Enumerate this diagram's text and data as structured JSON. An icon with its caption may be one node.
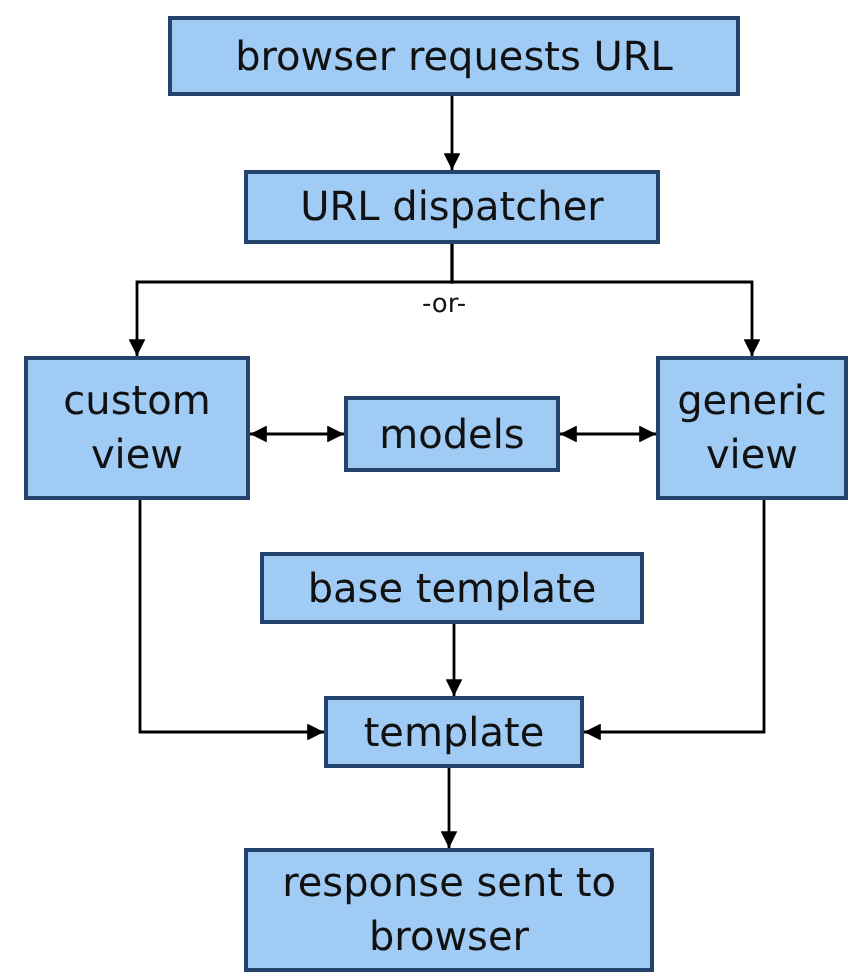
{
  "diagram": {
    "nodes": [
      {
        "text": [
          "browser requests URL"
        ]
      },
      {
        "text": [
          "URL dispatcher"
        ]
      },
      {
        "text": [
          "custom view"
        ]
      },
      {
        "text": [
          "models"
        ]
      },
      {
        "text": [
          "generic view"
        ]
      },
      {
        "text": [
          "base template"
        ]
      },
      {
        "text": [
          "template"
        ]
      },
      {
        "text": [
          "response sent to browser"
        ]
      }
    ],
    "edges": [
      {
        "from": 0,
        "to": 1,
        "arrow": "to"
      },
      {
        "from": 1,
        "to": 2,
        "arrow": "to"
      },
      {
        "from": 1,
        "to": 4,
        "arrow": "to"
      },
      {
        "from": 2,
        "to": 3,
        "arrow": "both"
      },
      {
        "from": 3,
        "to": 4,
        "arrow": "both"
      },
      {
        "from": 5,
        "to": 6,
        "arrow": "to"
      },
      {
        "from": 2,
        "to": 6,
        "arrow": "to"
      },
      {
        "from": 4,
        "to": 6,
        "arrow": "to"
      },
      {
        "from": 6,
        "to": 7,
        "arrow": "to"
      }
    ],
    "labels": [
      "-or-"
    ]
  }
}
